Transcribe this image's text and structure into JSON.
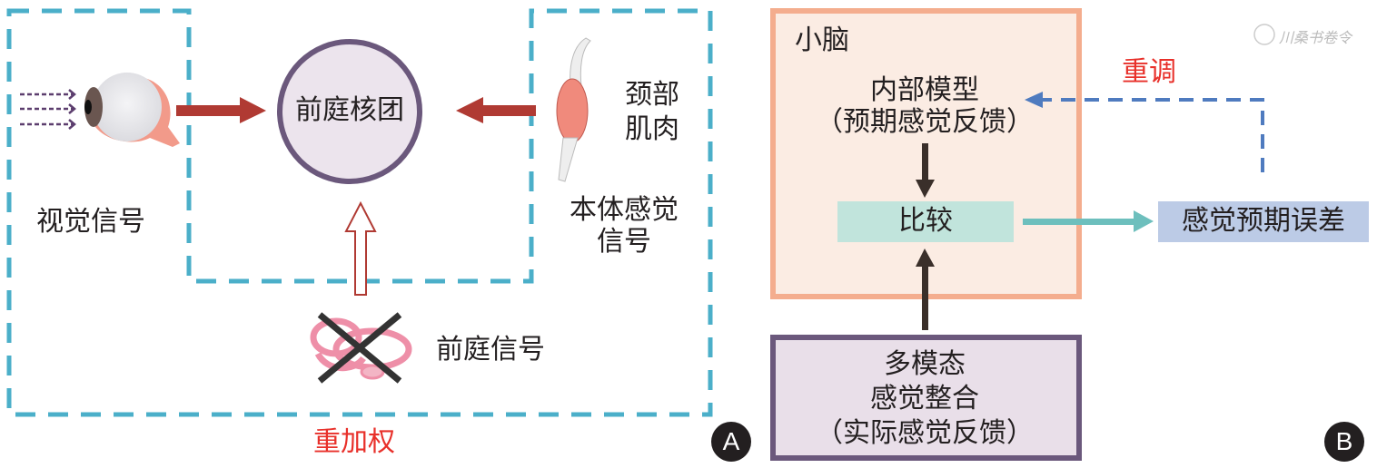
{
  "panel_a": {
    "center_label": "前庭核团",
    "visual_signal": "视觉信号",
    "neck_muscle_line1": "颈部",
    "neck_muscle_line2": "肌肉",
    "proprio_line1": "本体感觉",
    "proprio_line2": "信号",
    "vestibular_signal": "前庭信号",
    "reweighting": "重加权",
    "badge": "A"
  },
  "panel_b": {
    "cerebellum": "小脑",
    "internal_model_line1": "内部模型",
    "internal_model_line2": "（预期感觉反馈）",
    "compare": "比较",
    "error": "感觉预期误差",
    "recalibrate": "重调",
    "multi_line1": "多模态",
    "multi_line2": "感觉整合",
    "multi_line3": "（实际感觉反馈）",
    "badge": "B"
  },
  "watermark": "川桑书卷令",
  "colors": {
    "dashed_box": "#4bafc9",
    "red_arrow": "#b03a33",
    "purple": "#6b587c",
    "salmon": "#f4ad8e",
    "teal": "#6dbfbd",
    "blue": "#4f7bbf",
    "red_text": "#e8302a"
  }
}
